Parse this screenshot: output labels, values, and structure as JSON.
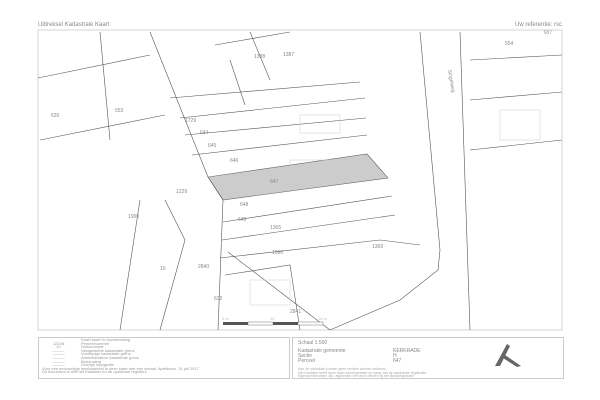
{
  "header": {
    "title": "Uittreksel Kadastrale Kaart",
    "reference": "Uw referentie: rsc",
    "ref_number": "687"
  },
  "map": {
    "highlight_color": "#cccccc",
    "street": "Singelweg",
    "parcels": [
      "1388",
      "1387",
      "554",
      "620",
      "553",
      "1729",
      "644",
      "645",
      "646",
      "647",
      "648",
      "649",
      "1365",
      "1229",
      "1900",
      "1369",
      "1060",
      "2840",
      "10",
      "632",
      "2841"
    ],
    "scale_bar": [
      "0 m",
      "10",
      "20 m"
    ]
  },
  "legend": {
    "rows": [
      {
        "sym": "",
        "txt": "Kaart kaart in voorbereiding"
      },
      {
        "sym": "12248",
        "txt": "Perceelnummer"
      },
      {
        "sym": "10",
        "txt": "Huisnummer"
      },
      {
        "sym": "———",
        "txt": "Vastgestelde kadastrale grens"
      },
      {
        "sym": "———",
        "txt": "Voorlopige kadastrale grens"
      },
      {
        "sym": "———",
        "txt": "Administratieve kadastrale grens"
      },
      {
        "sym": "———",
        "txt": "Bebouwing"
      },
      {
        "sym": "———",
        "txt": "Overige topografie"
      }
    ],
    "footer": [
      "Voor een eenvoudige leesbaarheid is deze kaart met een schaal, Apeldoorn, 31 juli 2017",
      "Dit document is met het Kadaster en de openbare registers"
    ]
  },
  "info": {
    "scale": "Schaal 1:500",
    "rows": [
      {
        "k": "Kadastrale gemeente",
        "v": "KERKRADE"
      },
      {
        "k": "Sectie",
        "v": "H"
      },
      {
        "k": "Perceel",
        "v": "647"
      }
    ],
    "note": [
      "Aan de uitdruksel kunnen geen rechten worden ontleend",
      "Het Kadaster heeft deze kaart samengesteld op basis van de kadastrale registratie",
      "Eigendomsrechten zijn, afgeleiden het recht worden bij het Basisregistratie"
    ]
  }
}
